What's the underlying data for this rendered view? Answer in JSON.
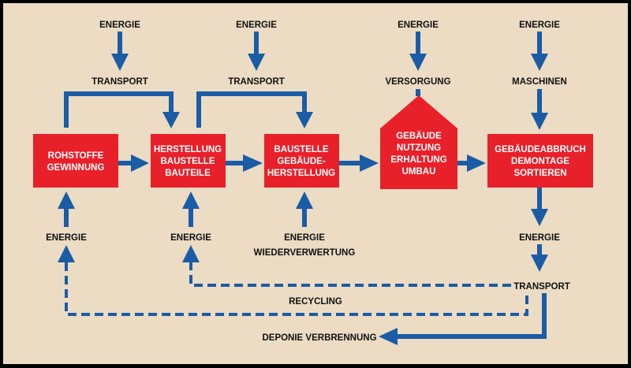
{
  "colors": {
    "background": "#ecdcc4",
    "box": "#e8202a",
    "arrow": "#1a5ca6",
    "frame": "#000000"
  },
  "top": {
    "energy_1": "ENERGIE",
    "energy_2": "ENERGIE",
    "energy_3": "ENERGIE",
    "energy_4": "ENERGIE",
    "transport_1": "TRANSPORT",
    "transport_2": "TRANSPORT",
    "versorgung": "VERSORGUNG",
    "maschinen": "MASCHINEN"
  },
  "boxes": {
    "rohstoffe": [
      "ROHSTOFFE",
      "GEWINNUNG"
    ],
    "herstellung": [
      "HERSTELLUNG",
      "BAUSTELLE",
      "BAUTEILE"
    ],
    "baustelle": [
      "BAUSTELLE",
      "GEBÄUDE-",
      "HERSTELLUNG"
    ],
    "gebaeude": [
      "GEBÄUDE",
      "NUTZUNG",
      "ERHALTUNG",
      "UMBAU"
    ],
    "abbruch": [
      "GEBÄUDEABBRUCH",
      "DEMONTAGE",
      "SORTIEREN"
    ]
  },
  "bottom": {
    "energy_left": "ENERGIE",
    "energy_mid": "ENERGIE",
    "energy_wv": "ENERGIE",
    "wiederverwertung": "WIEDERVERWERTUNG",
    "energy_right": "ENERGIE",
    "transport": "TRANSPORT",
    "recycling": "RECYCLING",
    "deponie": "DEPONIE VERBRENNUNG"
  }
}
